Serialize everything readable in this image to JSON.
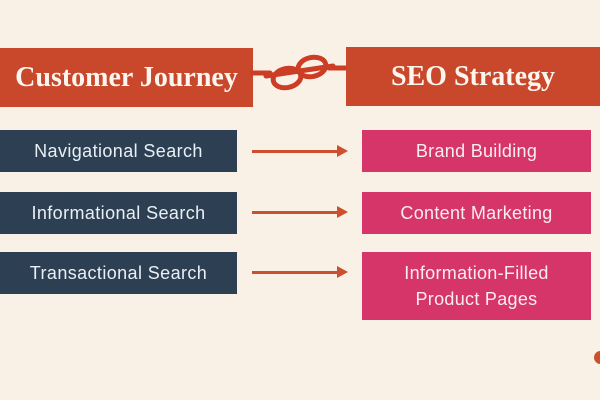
{
  "header": {
    "customer_journey_label": "Customer Journey",
    "seo_strategy_label": "SEO Strategy",
    "connector_icon": "knot-icon"
  },
  "mappings": [
    {
      "journey": "Navigational Search",
      "strategy": "Brand Building"
    },
    {
      "journey": "Informational Search",
      "strategy": "Content Marketing"
    },
    {
      "journey": "Transactional Search",
      "strategy": "Information-Filled Product Pages"
    }
  ],
  "icons": {
    "arrow": "right-arrow-icon",
    "corner_decoration": "corner-dot"
  },
  "colors": {
    "background_cream": "#FAF1E6",
    "header_orange": "#C9472A",
    "journey_navy": "#2D4053",
    "strategy_pink": "#D6356A",
    "arrow_orange": "#CC4F2E",
    "text_white": "#FCF6EF"
  }
}
